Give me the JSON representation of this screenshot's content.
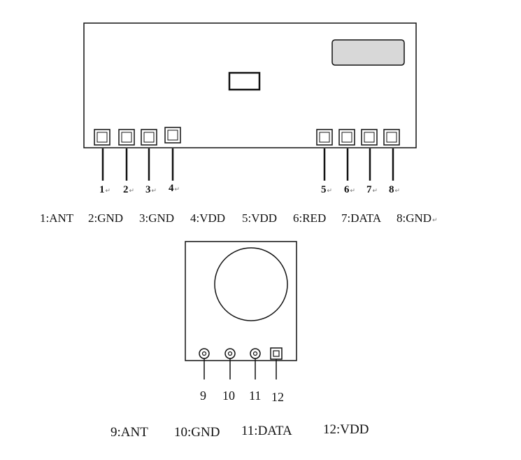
{
  "receiver": {
    "pins": [
      {
        "num": "1",
        "mark": "↵"
      },
      {
        "num": "2",
        "mark": "↵"
      },
      {
        "num": "3",
        "mark": "↵"
      },
      {
        "num": "4",
        "mark": "↵"
      },
      {
        "num": "5",
        "mark": "↵"
      },
      {
        "num": "6",
        "mark": "↵"
      },
      {
        "num": "7",
        "mark": "↵"
      },
      {
        "num": "8",
        "mark": "↵"
      }
    ],
    "legend": [
      "1:ANT",
      "2:GND",
      "3:GND",
      "4:VDD",
      "5:VDD",
      "6:RED",
      "7:DATA",
      "8:GND"
    ],
    "legend_end_mark": "↵"
  },
  "transmitter": {
    "pins": [
      "9",
      "10",
      "11",
      "12"
    ],
    "legend": [
      "9:ANT",
      "10:GND",
      "11:DATA",
      "12:VDD"
    ]
  },
  "colors": {
    "line": "#111111",
    "crystal_fill": "#d8d8d8"
  }
}
